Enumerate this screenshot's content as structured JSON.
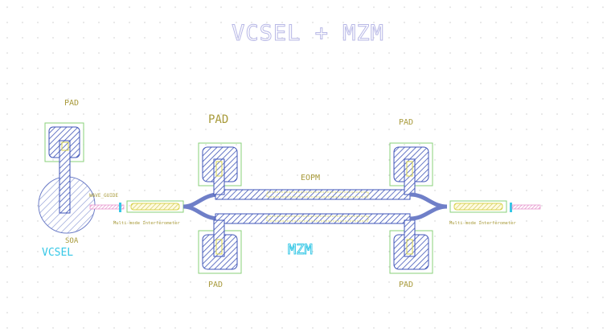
{
  "title": "VCSEL + MZM",
  "labels": {
    "pad_vcsel": "PAD",
    "pad_top_left": "PAD",
    "pad_top_right": "PAD",
    "pad_bottom_left": "PAD",
    "pad_bottom_right": "PAD",
    "soa": "SOA",
    "vcsel": "VCSEL",
    "waveguide": "WAVE_GUIDE",
    "mmi_left": "Multi-mode Interferometer",
    "mmi_right": "Multi-mode Interferometer",
    "eopm": "EOPM",
    "mzm": "MZM"
  },
  "colors": {
    "grid_dot": "#c8c8c8",
    "pad_outline": "#8ad07a",
    "pad_fill": "#3f55b8",
    "metal_yellow": "#d8d44a",
    "label_olive": "#a89a3a",
    "label_cyan": "#35c7e6",
    "title_purple": "#b8b8e6",
    "waveguide_pink": "#e07ac0"
  }
}
